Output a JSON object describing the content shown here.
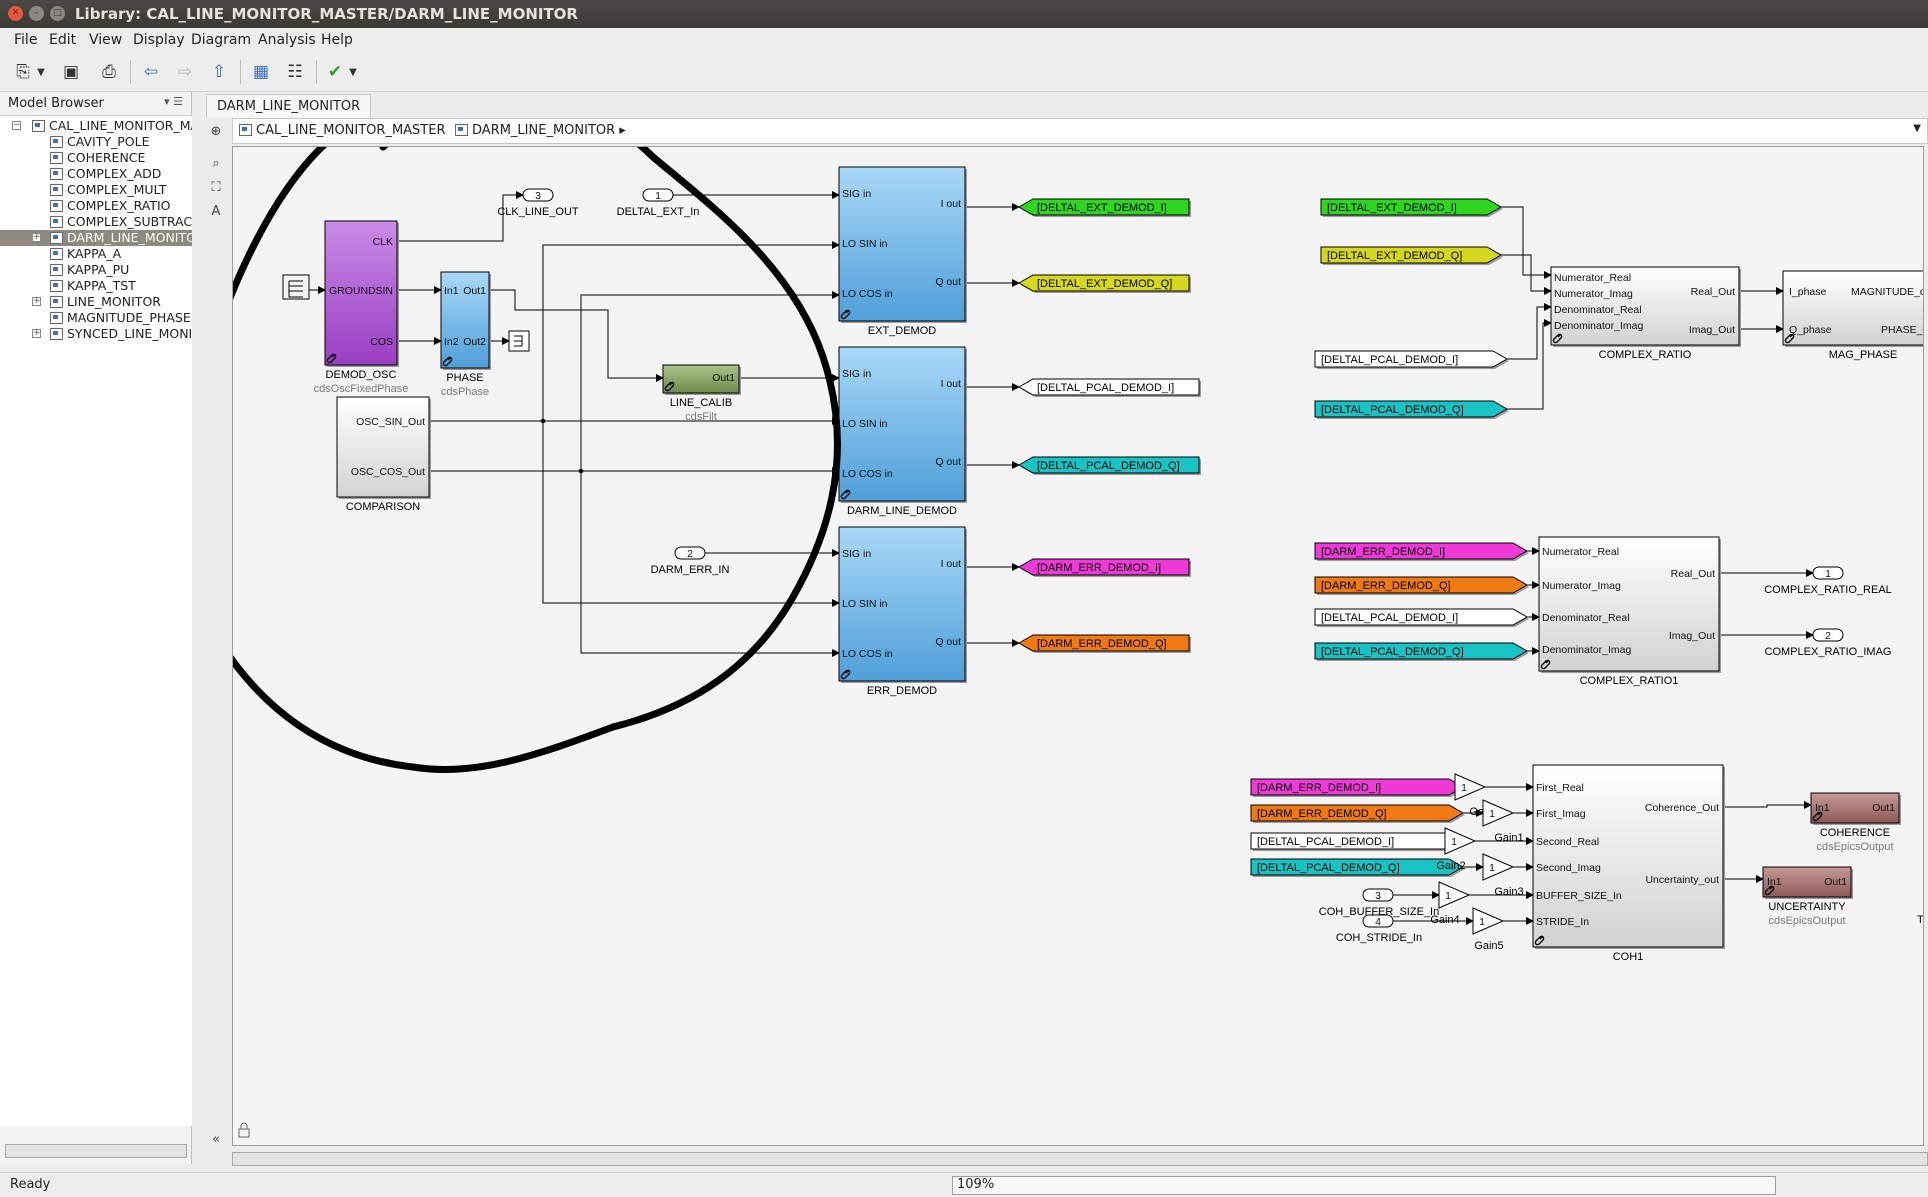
{
  "window": {
    "title": "Library: CAL_LINE_MONITOR_MASTER/DARM_LINE_MONITOR"
  },
  "menu": [
    "File",
    "Edit",
    "View",
    "Display",
    "Diagram",
    "Analysis",
    "Help"
  ],
  "model_browser": {
    "title": "Model Browser",
    "tree": [
      {
        "label": "CAL_LINE_MONITOR_MA",
        "level": 0,
        "expander": "−"
      },
      {
        "label": "CAVITY_POLE",
        "level": 1
      },
      {
        "label": "COHERENCE",
        "level": 1
      },
      {
        "label": "COMPLEX_ADD",
        "level": 1
      },
      {
        "label": "COMPLEX_MULT",
        "level": 1
      },
      {
        "label": "COMPLEX_RATIO",
        "level": 1
      },
      {
        "label": "COMPLEX_SUBTRAC",
        "level": 1
      },
      {
        "label": "DARM_LINE_MONITO",
        "level": 1,
        "expander": "+",
        "selected": true
      },
      {
        "label": "KAPPA_A",
        "level": 1
      },
      {
        "label": "KAPPA_PU",
        "level": 1
      },
      {
        "label": "KAPPA_TST",
        "level": 1
      },
      {
        "label": "LINE_MONITOR",
        "level": 1,
        "expander": "+"
      },
      {
        "label": "MAGNITUDE_PHASE",
        "level": 1
      },
      {
        "label": "SYNCED_LINE_MONI",
        "level": 1,
        "expander": "+"
      }
    ]
  },
  "tab": {
    "label": "DARM_LINE_MONITOR"
  },
  "breadcrumb": [
    "CAL_LINE_MONITOR_MASTER",
    "DARM_LINE_MONITOR"
  ],
  "status": {
    "text": "Ready",
    "zoom": "109%"
  },
  "colors": {
    "green": "#2fd61f",
    "yellow": "#d6d820",
    "cyan": "#17c3c3",
    "magenta": "#f03ad8",
    "orange": "#f07a12",
    "white": "#ffffff",
    "purple": "#b463d8",
    "lightblue": "#6fb8e8",
    "libgreen": "#8faa6c",
    "brown": "#a47370"
  },
  "diagram": {
    "ports": [
      {
        "num": "3",
        "label": "CLK_LINE_OUT"
      },
      {
        "num": "1",
        "label": "DELTAL_EXT_In"
      },
      {
        "num": "2",
        "label": "DARM_ERR_IN"
      },
      {
        "num": "1",
        "label": "COMPLEX_RATIO_REAL"
      },
      {
        "num": "2",
        "label": "COMPLEX_RATIO_IMAG"
      },
      {
        "num": "3",
        "label": "COH_BUFFER_SIZE_In"
      },
      {
        "num": "4",
        "label": "COH_STRIDE_In"
      }
    ],
    "blocks": {
      "demod_osc": {
        "name": "DEMOD_OSC",
        "sub": "cdsOscFixedPhase",
        "ports": [
          "CLK",
          "GROUND",
          "SIN",
          "COS"
        ]
      },
      "phase": {
        "name": "PHASE",
        "sub": "cdsPhase",
        "ports": [
          "In1",
          "Out1",
          "In2",
          "Out2"
        ]
      },
      "comparison": {
        "name": "COMPARISON",
        "ports": [
          "OSC_SIN_Out",
          "OSC_COS_Out"
        ]
      },
      "line_calib": {
        "name": "LINE_CALIB",
        "sub": "cdsFilt",
        "ports": [
          "Out1"
        ]
      },
      "ext_demod": {
        "name": "EXT_DEMOD",
        "ports": [
          "SIG in",
          "LO SIN in",
          "LO COS in",
          "I out",
          "Q out"
        ]
      },
      "darm_line_demod": {
        "name": "DARM_LINE_DEMOD",
        "ports": [
          "SIG in",
          "LO SIN in",
          "LO COS in",
          "I out",
          "Q out"
        ]
      },
      "err_demod": {
        "name": "ERR_DEMOD",
        "ports": [
          "SIG in",
          "LO SIN in",
          "LO COS in",
          "I out",
          "Q out"
        ]
      },
      "complex_ratio": {
        "name": "COMPLEX_RATIO",
        "ports": [
          "Numerator_Real",
          "Numerator_Imag",
          "Denominator_Real",
          "Denominator_Imag",
          "Real_Out",
          "Imag_Out"
        ]
      },
      "mag_phase": {
        "name": "MAG_PHASE",
        "ports": [
          "I_phase",
          "Q_phase",
          "MAGNITUDE_o",
          "PHASE_o"
        ]
      },
      "complex_ratio1": {
        "name": "COMPLEX_RATIO1",
        "ports": [
          "Numerator_Real",
          "Numerator_Imag",
          "Denominator_Real",
          "Denominator_Imag",
          "Real_Out",
          "Imag_Out"
        ]
      },
      "coh1": {
        "name": "COH1",
        "ports": [
          "First_Real",
          "First_Imag",
          "Second_Real",
          "Second_Imag",
          "BUFFER_SIZE_In",
          "STRIDE_In",
          "Coherence_Out",
          "Uncertainty_out"
        ]
      },
      "coherence": {
        "name": "COHERENCE",
        "sub": "cdsEpicsOutput",
        "ports": [
          "In1",
          "Out1"
        ]
      },
      "uncertainty": {
        "name": "UNCERTAINTY",
        "sub": "cdsEpicsOutput",
        "ports": [
          "In1",
          "Out1"
        ]
      }
    },
    "gotos": [
      "[DELTAL_EXT_DEMOD_I]",
      "[DELTAL_EXT_DEMOD_Q]",
      "[DELTAL_PCAL_DEMOD_I]",
      "[DELTAL_PCAL_DEMOD_Q]",
      "[DARM_ERR_DEMOD_I]",
      "[DARM_ERR_DEMOD_Q]"
    ],
    "froms_ratio": [
      "[DELTAL_EXT_DEMOD_I]",
      "[DELTAL_EXT_DEMOD_Q]",
      "[DELTAL_PCAL_DEMOD_I]",
      "[DELTAL_PCAL_DEMOD_Q]"
    ],
    "froms_ratio1": [
      "[DARM_ERR_DEMOD_I]",
      "[DARM_ERR_DEMOD_Q]",
      "[DELTAL_PCAL_DEMOD_I]",
      "[DELTAL_PCAL_DEMOD_Q]"
    ],
    "froms_coh": [
      "[DARM_ERR_DEMOD_I]",
      "[DARM_ERR_DEMOD_Q]",
      "[DELTAL_PCAL_DEMOD_I]",
      "[DELTAL_PCAL_DEMOD_Q]"
    ],
    "gains": {
      "value": "1",
      "labels": [
        "Gain",
        "Gain1",
        "Gain2",
        "Gain3",
        "Gain4",
        "Gain5"
      ]
    },
    "cut_text": "T"
  }
}
